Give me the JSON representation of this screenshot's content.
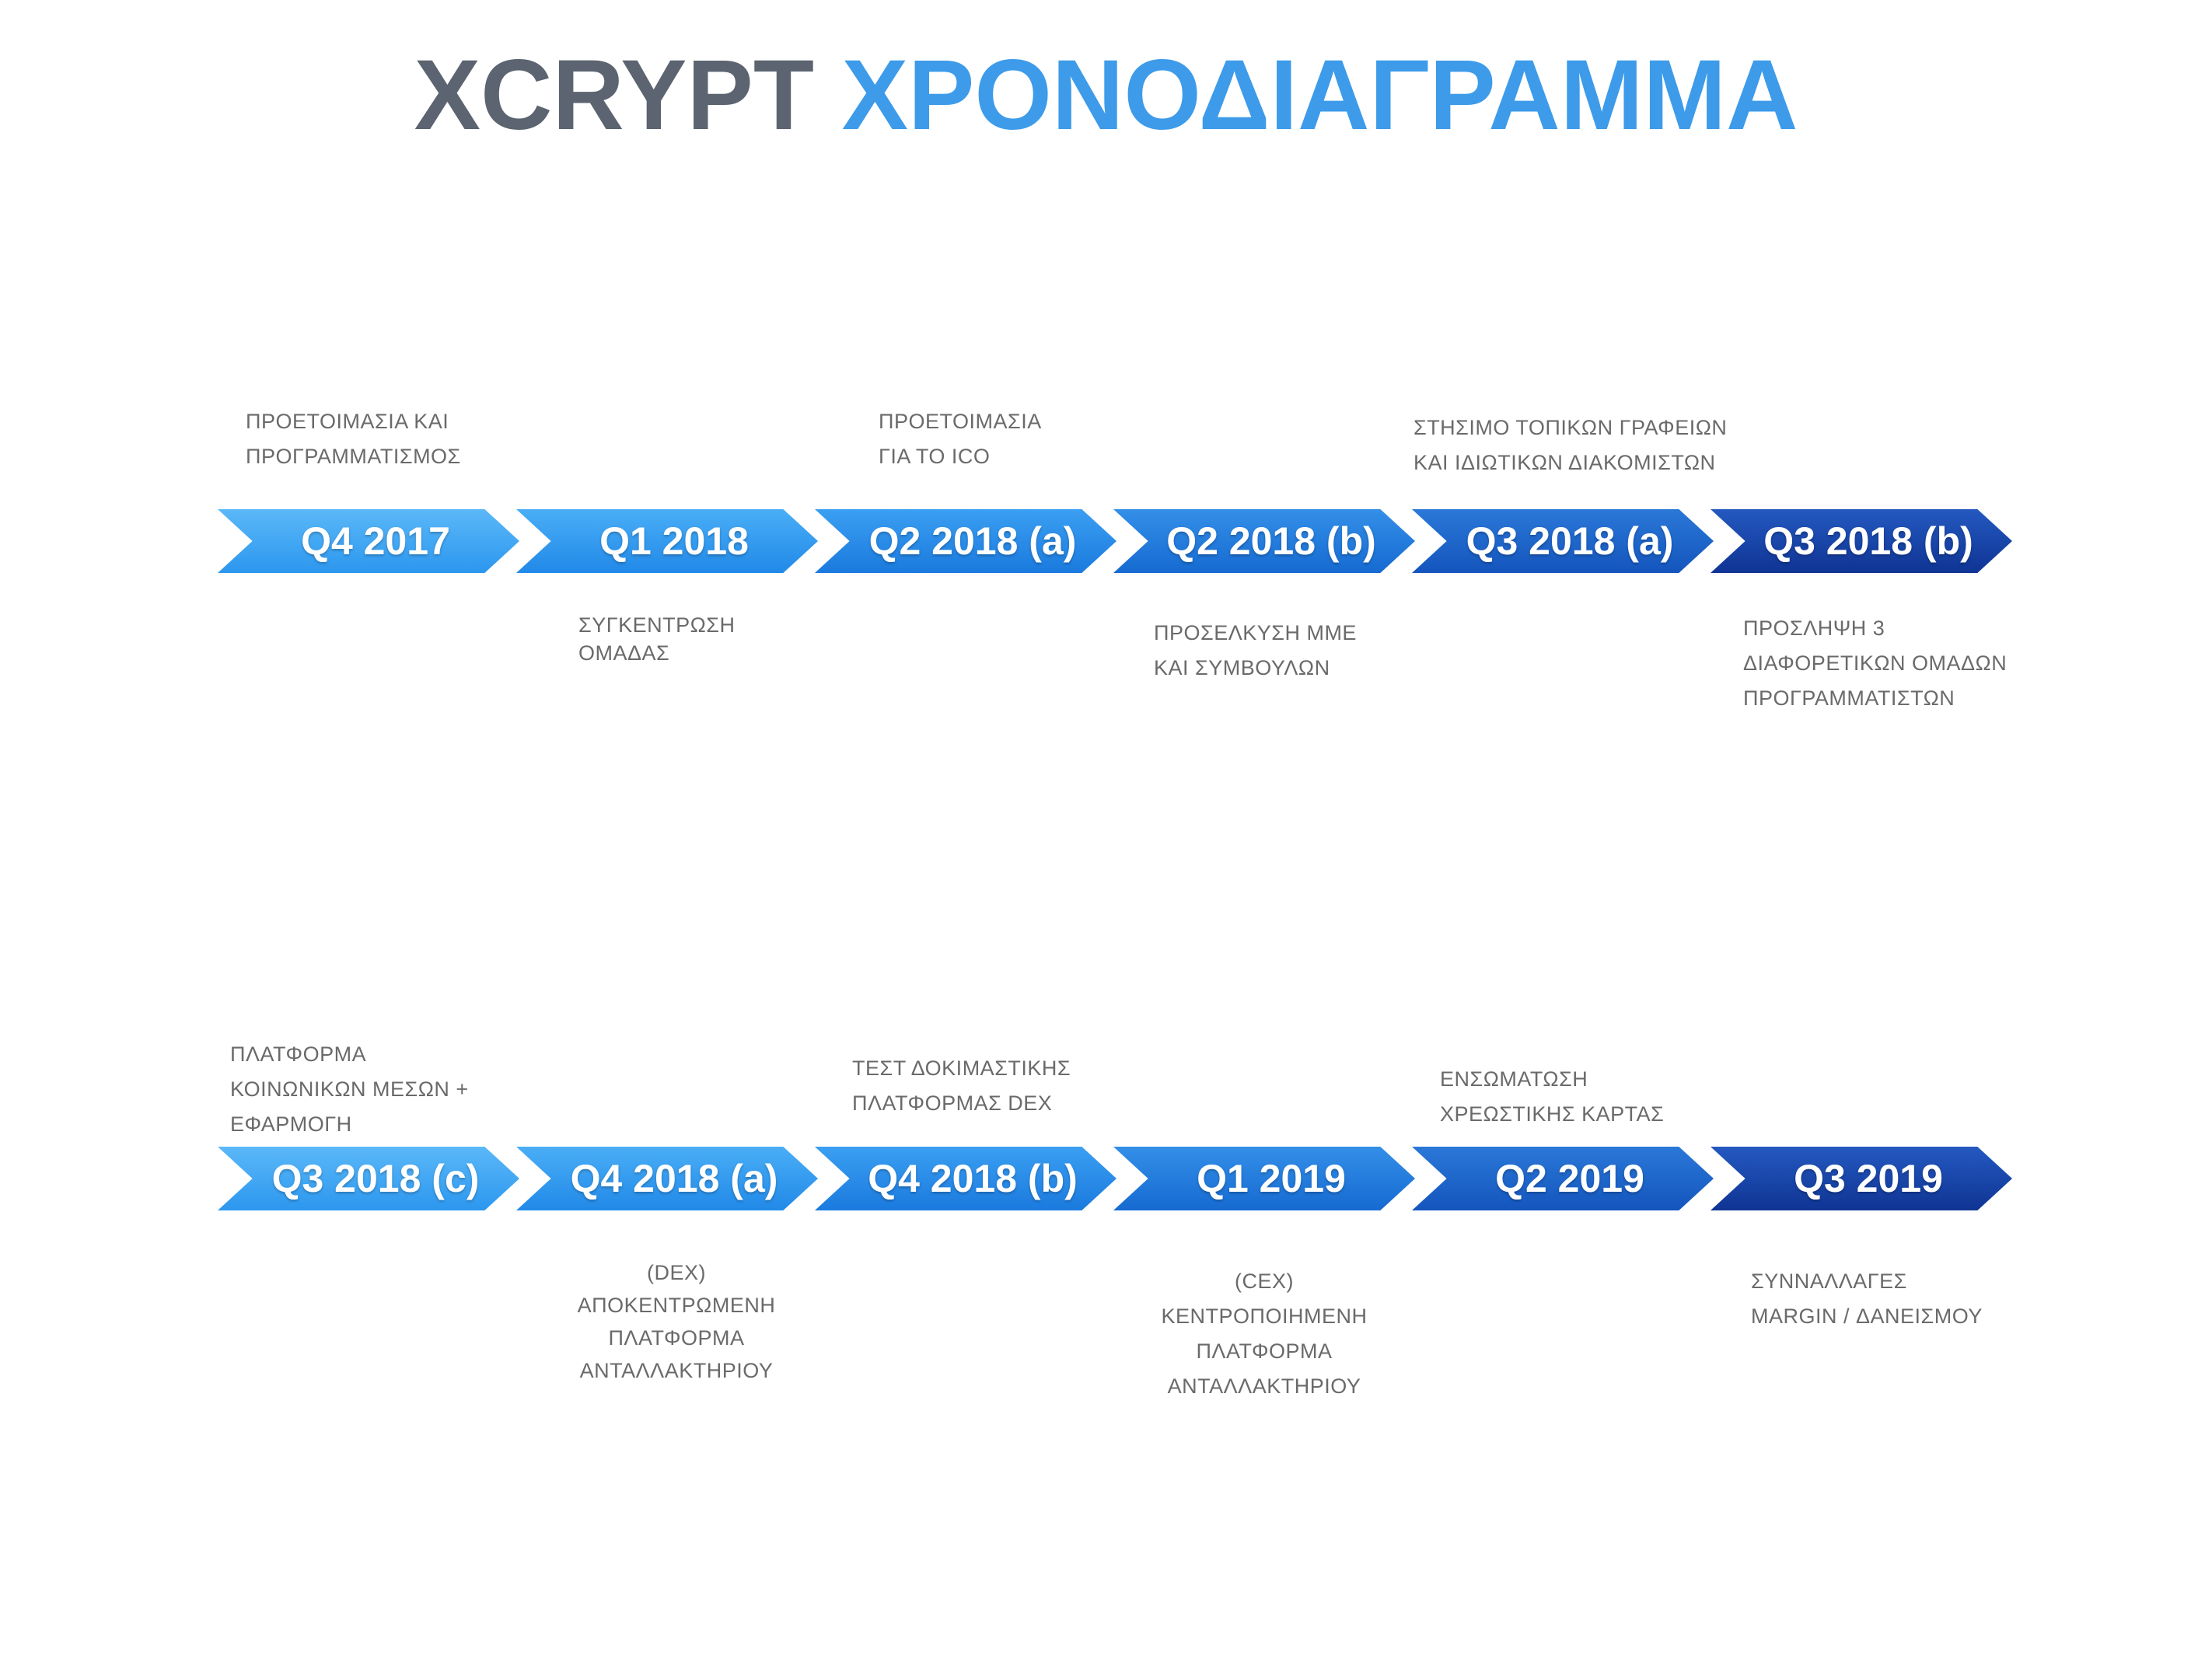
{
  "title": {
    "brand": "XCRYPT",
    "word": "ΧΡΟΝΟΔΙΑΓΡΑΜΜΑ"
  },
  "colors": {
    "title_brand": "#5b6470",
    "title_word": "#3d9be9",
    "note_text": "#6a6a6a",
    "chevron_gradient": [
      "#3aa6f5",
      "#2a8be8",
      "#1f6fd6",
      "#1a58c4",
      "#1846ad",
      "#12339a"
    ]
  },
  "row1": {
    "stages": [
      {
        "label": "Q4 2017"
      },
      {
        "label": "Q1 2018"
      },
      {
        "label": "Q2 2018 (a)"
      },
      {
        "label": "Q2 2018 (b)"
      },
      {
        "label": "Q3 2018 (a)"
      },
      {
        "label": "Q3 2018 (b)"
      }
    ],
    "notes": {
      "above_0": [
        "ΠΡΟΕΤΟΙΜΑΣΙΑ ΚΑΙ",
        "ΠΡΟΓΡΑΜΜΑΤΙΣΜΟΣ"
      ],
      "below_1": [
        "ΣΥΓΚΕΝΤΡΩΣΗ",
        "ΟΜΑΔΑΣ"
      ],
      "above_2": [
        "ΠΡΟΕΤΟΙΜΑΣΙΑ",
        "ΓΙΑ ΤΟ ICO"
      ],
      "below_3": [
        "ΠΡΟΣΕΛΚΥΣΗ ΜΜΕ",
        "ΚΑΙ ΣΥΜΒΟΥΛΩΝ"
      ],
      "above_4": [
        "ΣΤΗΣΙΜΟ ΤΟΠΙΚΩΝ ΓΡΑΦΕΙΩΝ",
        "ΚΑΙ ΙΔΙΩΤΙΚΩΝ ΔΙΑΚΟΜΙΣΤΩΝ"
      ],
      "below_5": [
        "ΠΡΟΣΛΗΨΗ 3",
        "ΔΙΑΦΟΡΕΤΙΚΩΝ ΟΜΑΔΩΝ",
        "ΠΡΟΓΡΑΜΜΑΤΙΣΤΩΝ"
      ]
    }
  },
  "row2": {
    "stages": [
      {
        "label": "Q3 2018 (c)"
      },
      {
        "label": "Q4 2018 (a)"
      },
      {
        "label": "Q4 2018 (b)"
      },
      {
        "label": "Q1 2019"
      },
      {
        "label": "Q2 2019"
      },
      {
        "label": "Q3 2019"
      }
    ],
    "notes": {
      "above_0": [
        "ΠΛΑΤΦΟΡΜΑ",
        "ΚΟΙΝΩΝΙΚΩΝ ΜΕΣΩΝ +",
        "ΕΦΑΡΜΟΓΗ"
      ],
      "below_1": [
        "(DEX)",
        "ΑΠΟΚΕΝΤΡΩΜΕΝΗ",
        "ΠΛΑΤΦΟΡΜΑ",
        "ΑΝΤΑΛΛΑΚΤΗΡΙΟΥ"
      ],
      "above_2": [
        "ΤΕΣΤ ΔΟΚΙΜΑΣΤΙΚΗΣ",
        "ΠΛΑΤΦΟΡΜΑΣ DEX"
      ],
      "below_3": [
        "(CEX)",
        "ΚΕΝΤΡΟΠΟΙΗΜΕΝΗ",
        "ΠΛΑΤΦΟΡΜΑ",
        "ΑΝΤΑΛΛΑΚΤΗΡΙΟΥ"
      ],
      "above_4": [
        "ΕΝΣΩΜΑΤΩΣΗ",
        "ΧΡΕΩΣΤΙΚΗΣ ΚΑΡΤΑΣ"
      ],
      "below_5": [
        "ΣΥΝΝΑΛΛΑΓΕΣ",
        "MARGIN / ΔΑΝΕΙΣΜΟΥ"
      ]
    }
  }
}
